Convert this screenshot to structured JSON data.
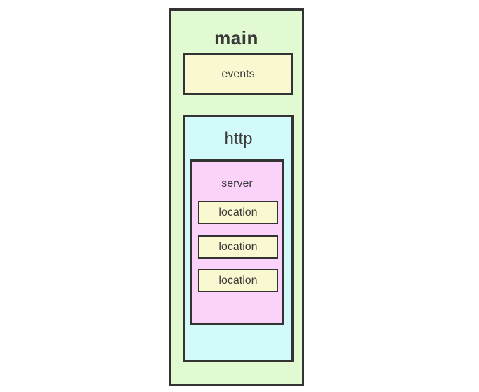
{
  "diagram": {
    "description": "nginx configuration context nesting diagram",
    "blocks": {
      "main": {
        "label": "main"
      },
      "events": {
        "label": "events"
      },
      "http": {
        "label": "http"
      },
      "server": {
        "label": "server"
      },
      "locations": [
        {
          "label": "location"
        },
        {
          "label": "location"
        },
        {
          "label": "location"
        }
      ]
    },
    "colors": {
      "page_bg": "#ffffff",
      "main_bg": "#e1fad2",
      "events_bg": "#faf8d0",
      "http_bg": "#d2fafa",
      "server_bg": "#fad2fa",
      "location_bg": "#faf8d0",
      "border": "#333333",
      "text": "#3a3a3a"
    }
  }
}
